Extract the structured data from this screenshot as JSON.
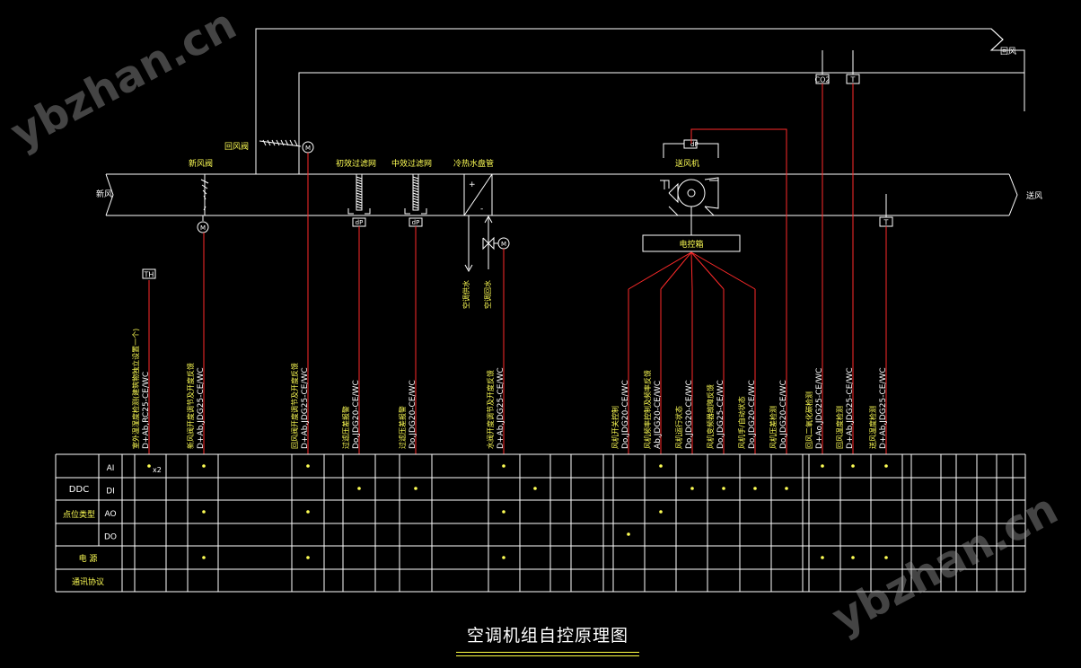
{
  "watermark": "ybzhan.cn",
  "title": "空调机组自控原理图",
  "labels": {
    "return_air": "回风",
    "fresh_air": "新风",
    "supply_air": "送风",
    "fresh_damper": "新风阀",
    "return_damper": "回风阀",
    "primary_filter": "初效过滤网",
    "medium_filter": "中效过滤网",
    "coil": "冷热水盘管",
    "supply_fan": "送风机",
    "control_box": "电控箱",
    "water_supply": "空调供水",
    "water_return": "空调回水",
    "coil_plus": "+",
    "coil_minus": "-"
  },
  "tags": {
    "th": "TH",
    "m": "M",
    "dp": "dP",
    "t": "T",
    "co2": "CO2"
  },
  "cables": [
    {
      "desc": "室外温湿度检测(建筑物独立设置一个)",
      "spec": "D+Ab,RC25-CE/WC"
    },
    {
      "desc": "新风阀开度调节及开度反馈",
      "spec": "D+Ab,JDG25-CE/WC"
    },
    {
      "desc": "回风阀开度调节及开度反馈",
      "spec": "D+Ab,JDG25-CE/WC"
    },
    {
      "desc": "过滤压差报警",
      "spec": "Do,JDG20-CE/WC"
    },
    {
      "desc": "过滤压差报警",
      "spec": "Do,JDG20-CE/WC"
    },
    {
      "desc": "水阀开度调节及开度反馈",
      "spec": "D+Ab,JDG25-CE/WC"
    },
    {
      "desc": "风机开关控制",
      "spec": "Do,JDG20-CE/WC"
    },
    {
      "desc": "风机频率控制及频率反馈",
      "spec": "Ab,JDG20-CE/WC"
    },
    {
      "desc": "风机运行状态",
      "spec": "Do,JDG20-CE/WC"
    },
    {
      "desc": "风机变频器故障反馈",
      "spec": "Do,JDG25-CE/WC"
    },
    {
      "desc": "风机手/自动状态",
      "spec": "Do,JDG20-CE/WC"
    },
    {
      "desc": "风机压差检测",
      "spec": "Do,JDG20-CE/WC"
    },
    {
      "desc": "回风二氧化碳检测",
      "spec": "D+Ao,JDG25-CE/WC"
    },
    {
      "desc": "回风温度检测",
      "spec": "D+Ab,JDG25-CE/WC"
    },
    {
      "desc": "送风温度检测",
      "spec": "D+Ab,JDG25-CE/WC"
    }
  ],
  "table": {
    "ddc": "DDC",
    "point_type": "点位类型",
    "rows": [
      "AI",
      "DI",
      "AO",
      "DO"
    ],
    "power": "电 源",
    "comm": "通讯协议",
    "x2": "x2"
  }
}
